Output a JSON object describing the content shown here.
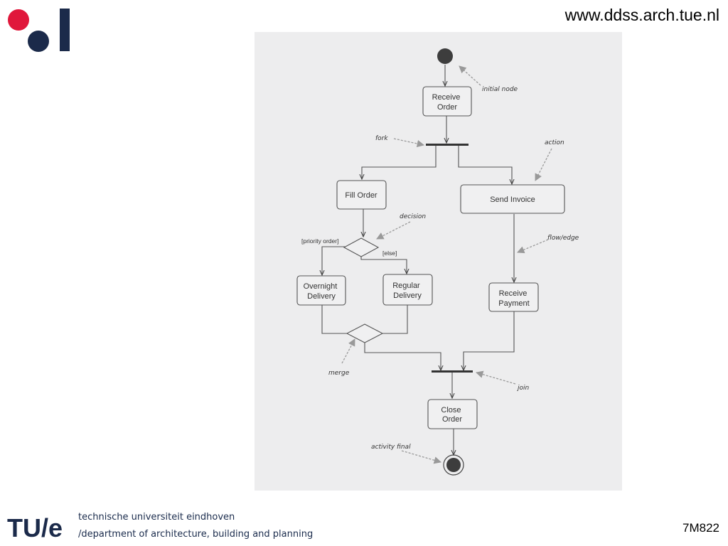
{
  "header": {
    "url": "www.ddss.arch.tue.nl"
  },
  "footer": {
    "university": "technische universiteit eindhoven",
    "department": "/department of architecture, building and planning",
    "course_code": "7M822"
  },
  "colors": {
    "tue_red": "#e0173b",
    "tue_navy": "#1b2a4a",
    "scan_background": "#ededee"
  },
  "diagram": {
    "nodes": {
      "receive_order": [
        "Receive",
        "Order"
      ],
      "fill_order": [
        "Fill Order"
      ],
      "send_invoice": [
        "Send Invoice"
      ],
      "overnight_delivery": [
        "Overnight",
        "Delivery"
      ],
      "regular_delivery": [
        "Regular",
        "Delivery"
      ],
      "receive_payment": [
        "Receive",
        "Payment"
      ],
      "close_order": [
        "Close",
        "Order"
      ]
    },
    "guards": {
      "priority": "[priority order]",
      "else": "[else]"
    },
    "annotations": {
      "initial_node": "initial node",
      "fork": "fork",
      "action": "action",
      "decision": "decision",
      "flow_edge": "flow/edge",
      "merge": "merge",
      "join": "join",
      "activity_final": "activity final"
    }
  }
}
